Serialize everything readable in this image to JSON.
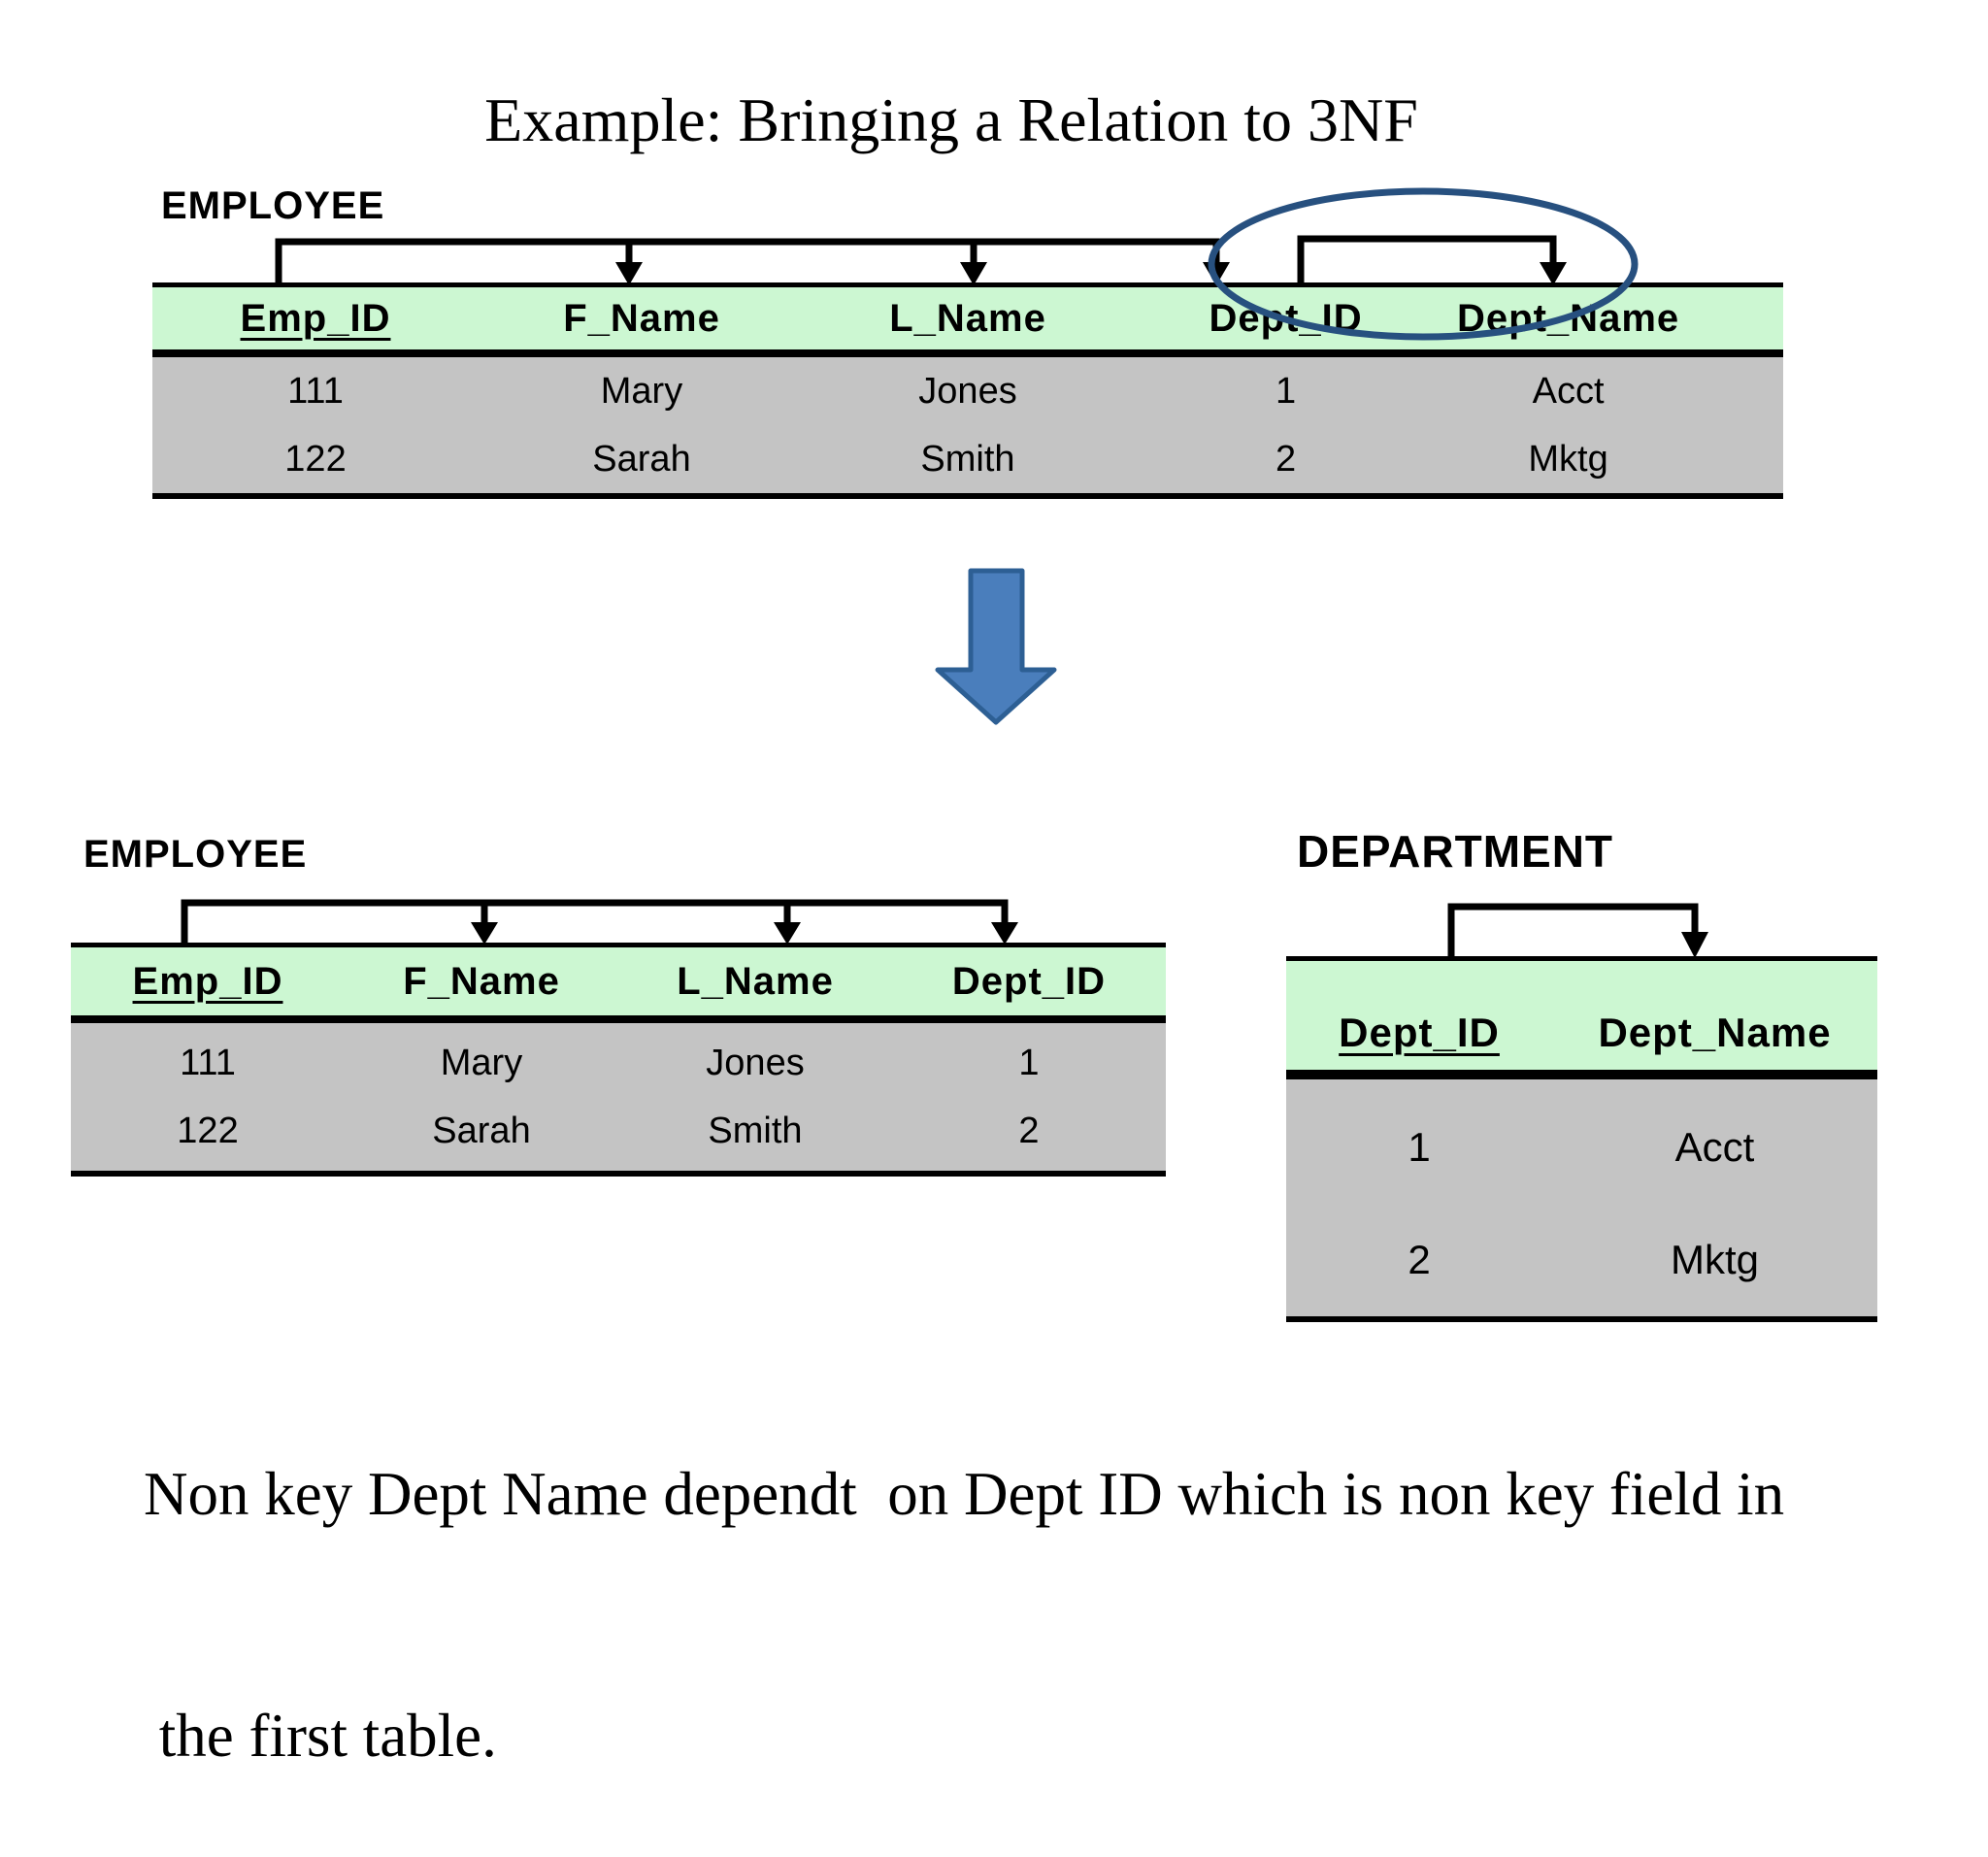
{
  "title": "Example: Bringing a Relation to 3NF",
  "colors": {
    "header_green": "#ccf7d2",
    "body_gray": "#c4c4c4",
    "ellipse_blue": "#27507f",
    "big_arrow_fill": "#4a7ebc",
    "big_arrow_stroke": "#2d5f94",
    "line_black": "#000000"
  },
  "employee_before": {
    "label": "EMPLOYEE",
    "columns": [
      "Emp_ID",
      "F_Name",
      "L_Name",
      "Dept_ID",
      "Dept_Name"
    ],
    "rows": [
      [
        "111",
        "Mary",
        "Jones",
        "1",
        "Acct"
      ],
      [
        "122",
        "Sarah",
        "Smith",
        "2",
        "Mktg"
      ]
    ]
  },
  "employee_after": {
    "label": "EMPLOYEE",
    "columns": [
      "Emp_ID",
      "F_Name",
      "L_Name",
      "Dept_ID"
    ],
    "rows": [
      [
        "111",
        "Mary",
        "Jones",
        "1"
      ],
      [
        "122",
        "Sarah",
        "Smith",
        "2"
      ]
    ]
  },
  "department": {
    "label": "DEPARTMENT",
    "columns": [
      "Dept_ID",
      "Dept_Name"
    ],
    "rows": [
      [
        "1",
        "Acct"
      ],
      [
        "2",
        "Mktg"
      ]
    ]
  },
  "note_lines": {
    "line1": "Non key Dept Name dependt  on Dept ID which is non key field in",
    "line2": " the first table."
  }
}
